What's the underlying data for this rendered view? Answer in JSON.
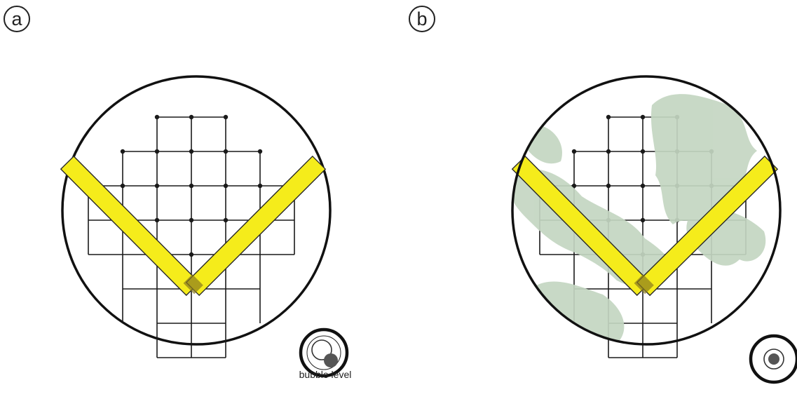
{
  "panels": [
    {
      "label": "a",
      "has_foliage": false
    },
    {
      "label": "b",
      "has_foliage": true
    }
  ],
  "bubble_level": {
    "caption": "bubble level"
  },
  "colors": {
    "outline": "#111111",
    "grid": "#1a1a1a",
    "bar": "#f5ec1b",
    "bar_edge": "#2a2a2a",
    "foliage": "#c4d6c2"
  },
  "icons": [
    "bubble-level-icon"
  ]
}
